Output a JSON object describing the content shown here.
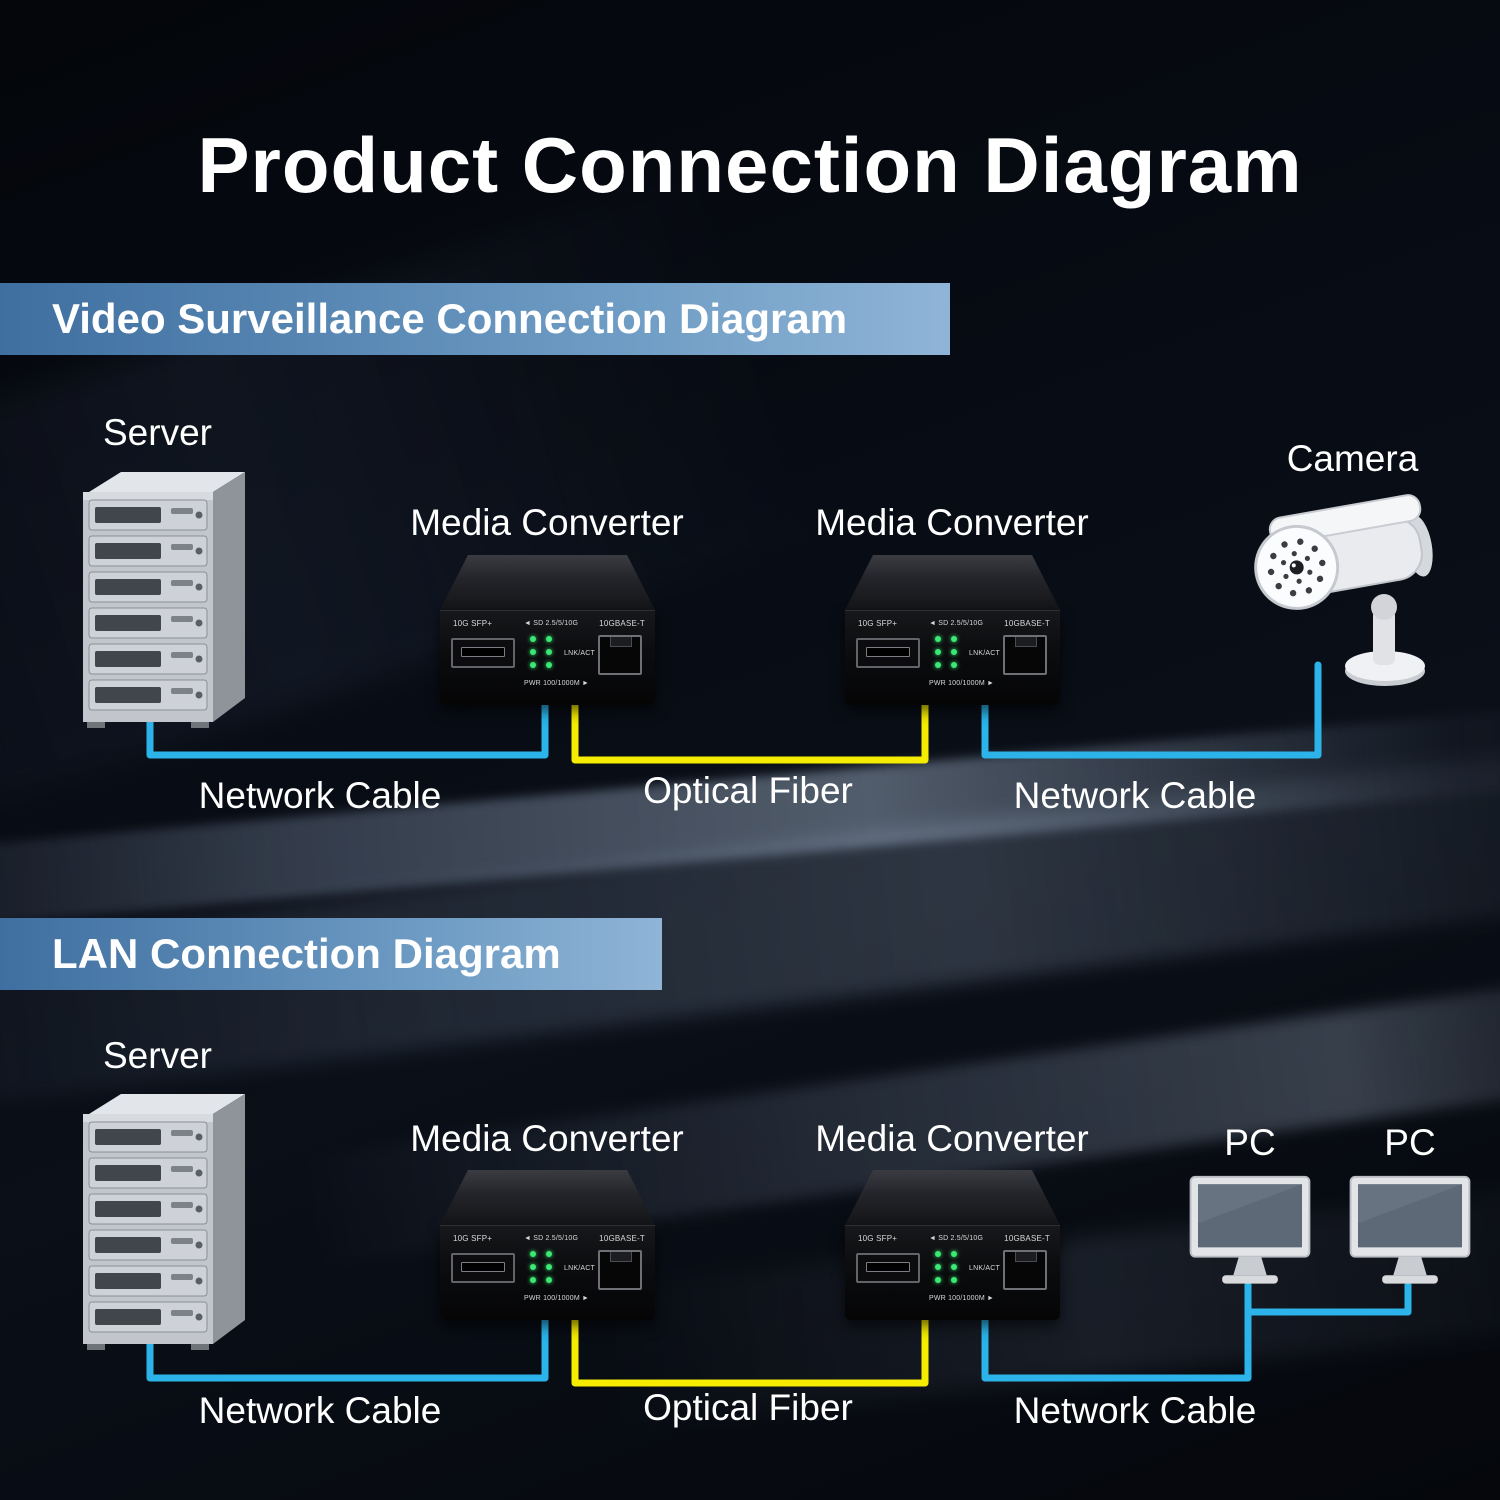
{
  "title": "Product Connection Diagram",
  "sections": {
    "video": {
      "banner": "Video Surveillance Connection Diagram",
      "server": "Server",
      "converter_left": "Media Converter",
      "converter_right": "Media Converter",
      "endpoint": "Camera",
      "cable_left": "Network Cable",
      "cable_middle": "Optical Fiber",
      "cable_right": "Network Cable"
    },
    "lan": {
      "banner": "LAN Connection Diagram",
      "server": "Server",
      "converter_left": "Media Converter",
      "converter_right": "Media Converter",
      "endpoint_left": "PC",
      "endpoint_right": "PC",
      "cable_left": "Network Cable",
      "cable_middle": "Optical Fiber",
      "cable_right": "Network Cable"
    }
  },
  "device_panel": {
    "sfp": "10G SFP+",
    "sd": "◄ SD 2.5/5/10G",
    "lnk": "LNK/ACT",
    "pwr": "PWR 100/1000M ►",
    "rj45": "10GBASE-T"
  },
  "colors": {
    "network_cable": "#2bb3ea",
    "optical_fiber": "#f5ec00",
    "banner_gradient_start": "#3f6fa0",
    "banner_gradient_end": "#8fb4d6",
    "background": "#05070d",
    "text": "#ffffff",
    "led": "#3ae873"
  }
}
